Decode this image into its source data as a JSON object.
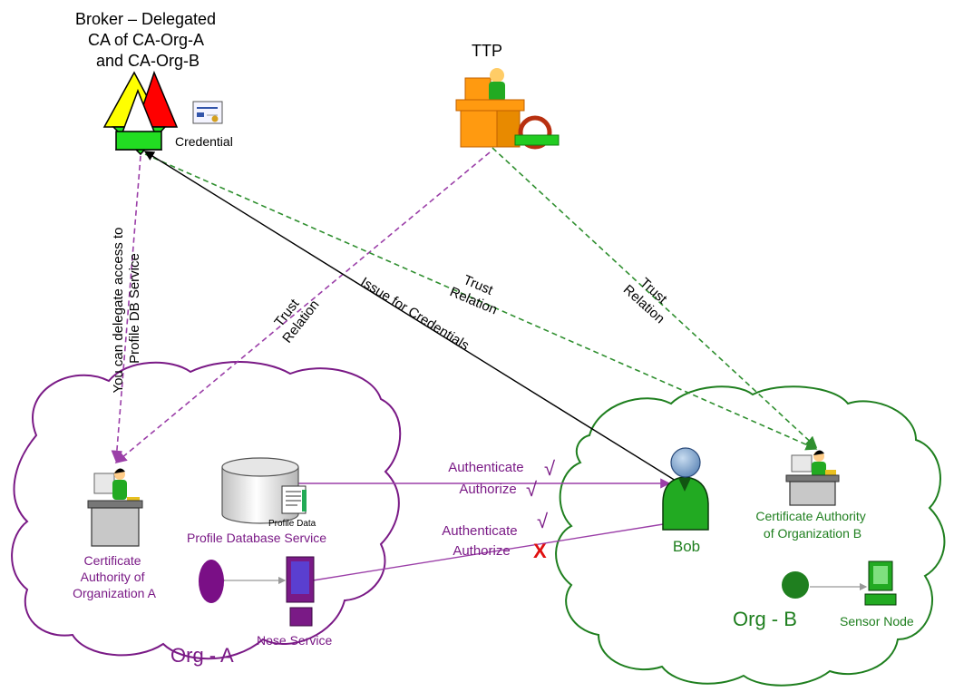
{
  "broker": {
    "title_lines": [
      "Broker – Delegated",
      "CA of CA-Org-A",
      "and CA-Org-B"
    ],
    "credential_label": "Credential"
  },
  "ttp": {
    "label": "TTP"
  },
  "edges": {
    "delegate_lines": [
      "You can delegate access to",
      "Profile DB Service"
    ],
    "trust_a_lines": [
      "Trust",
      "Relation"
    ],
    "issue_label": "Issue for Credentials",
    "trust_broker_b_lines": [
      "Trust",
      "Relation"
    ],
    "trust_ttp_b_lines": [
      "Trust",
      "Relation"
    ]
  },
  "org_a": {
    "label": "Org - A",
    "ca_label_lines": [
      "Certificate",
      "Authority of",
      "Organization A"
    ],
    "profile_data_label": "Profile Data",
    "profile_db_label": "Profile Database Service",
    "nose_service_label": "Nose Service"
  },
  "org_b": {
    "label": "Org - B",
    "ca_label_lines": [
      "Certificate Authority",
      "of Organization B"
    ],
    "sensor_node_label": "Sensor Node"
  },
  "bob": {
    "label": "Bob"
  },
  "access1": {
    "lines": [
      "Authenticate",
      "Authorize"
    ],
    "check_symbol": "√"
  },
  "access2": {
    "lines": [
      "Authenticate",
      "Authorize"
    ],
    "check_symbol": "√",
    "deny_symbol": "X"
  },
  "colors": {
    "purple": "#7a1a86",
    "green": "#1f7f1f",
    "dashed_green": "#2f8f2f",
    "dashed_purple": "#9b3fa8",
    "red": "#e01010"
  }
}
